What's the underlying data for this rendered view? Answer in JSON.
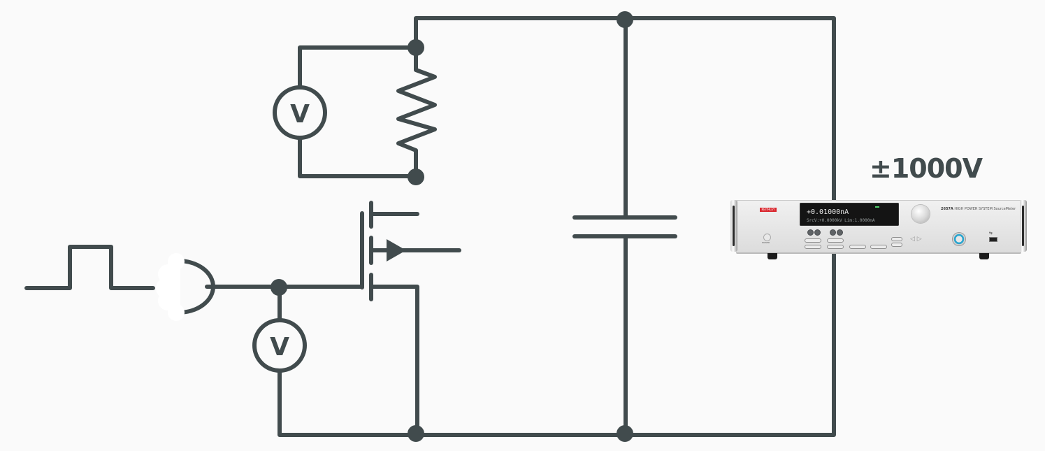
{
  "diagram": {
    "voltage_label": "±1000V",
    "meters": [
      {
        "letter": "V"
      },
      {
        "letter": "V"
      }
    ],
    "wire_color": "#414b4d",
    "background_color": "#fafafa"
  },
  "instrument": {
    "brand": "KEITHLEY",
    "display_line1": "+0.01000nA",
    "display_line2": "SrcV:+0.0000kV   Lim:1.0000nA",
    "model": "2657A",
    "model_desc": "HIGH POWER SYSTEM SourceMeter",
    "power_label": "POWER",
    "usb_symbol": "⇆",
    "arrows": "◁ ▷",
    "brand_color": "#d9272e",
    "indicator_color": "#4fd06b",
    "ring_color": "#2aa5cf"
  }
}
